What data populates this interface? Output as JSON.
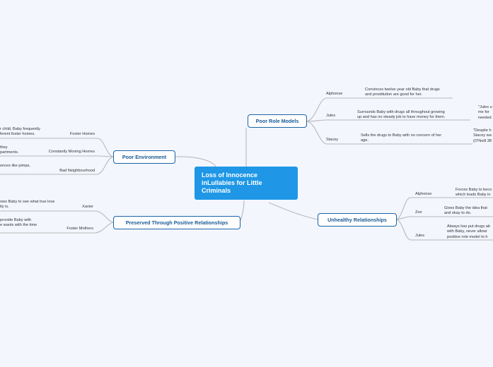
{
  "central": {
    "lines": [
      "Loss of Innocence",
      "inLullabies for Little",
      "Criminals"
    ]
  },
  "topics": {
    "poor_role_models": {
      "label": "Poor Role Models",
      "alphonse": {
        "label": "Alphonse",
        "note": [
          "Convinces twelve year old Baby that drugs",
          "and prostitution are good for her."
        ]
      },
      "jules": {
        "label": "Jules",
        "note": [
          "Surrounds Baby with drugs all throughout growing",
          "up and has no steady job to have money for them."
        ],
        "quote": [
          "\"Jules u",
          "me for",
          "needed"
        ]
      },
      "stacey": {
        "label": "Stacey",
        "note": [
          "Sells the drugs to Baby with no concern of her",
          "age."
        ],
        "quote": [
          "\"Despite h",
          "Stacey wa",
          "(O'Neill 38"
        ]
      }
    },
    "poor_environment": {
      "label": "Poor Environment",
      "foster_homes": {
        "label": "Foster Homes",
        "note": [
          "r child, Baby frequently",
          "ferent foster homes."
        ]
      },
      "constantly_moving": {
        "label": "Constantly Moving Homes",
        "note": [
          "they",
          "partments."
        ]
      },
      "bad_neighbourhood": {
        "label": "Bad Neighbourhood",
        "note": [
          "ences like pimps,"
        ]
      }
    },
    "preserved": {
      "label": "Preserved Through Positive Relationships",
      "xavier": {
        "label": "Xavier",
        "note": [
          "ows Baby to see what true love",
          "ity is."
        ]
      },
      "foster_mothers": {
        "label": "Foster Mothers",
        "note": [
          "provide Baby with",
          "e wants with the time"
        ]
      }
    },
    "unhealthy": {
      "label": "Unhealthy Relationships",
      "alphonse": {
        "label": "Alphonse",
        "note": [
          "Forces Baby to beco",
          "which leads Baby in"
        ]
      },
      "zoe": {
        "label": "Zoe",
        "note": [
          "Gives Baby the idea that",
          "and okay to do."
        ]
      },
      "jules": {
        "label": "Jules",
        "note": [
          "Always has put drugs ab",
          "with Baby, never allowi",
          "positive role model to h"
        ]
      }
    }
  },
  "colors": {
    "central_fill": "#1f97e6",
    "topic_border": "#1a63a6",
    "topic_text": "#1a5a96",
    "connector": "#b8b8b8",
    "background": "#f3f6fd"
  }
}
